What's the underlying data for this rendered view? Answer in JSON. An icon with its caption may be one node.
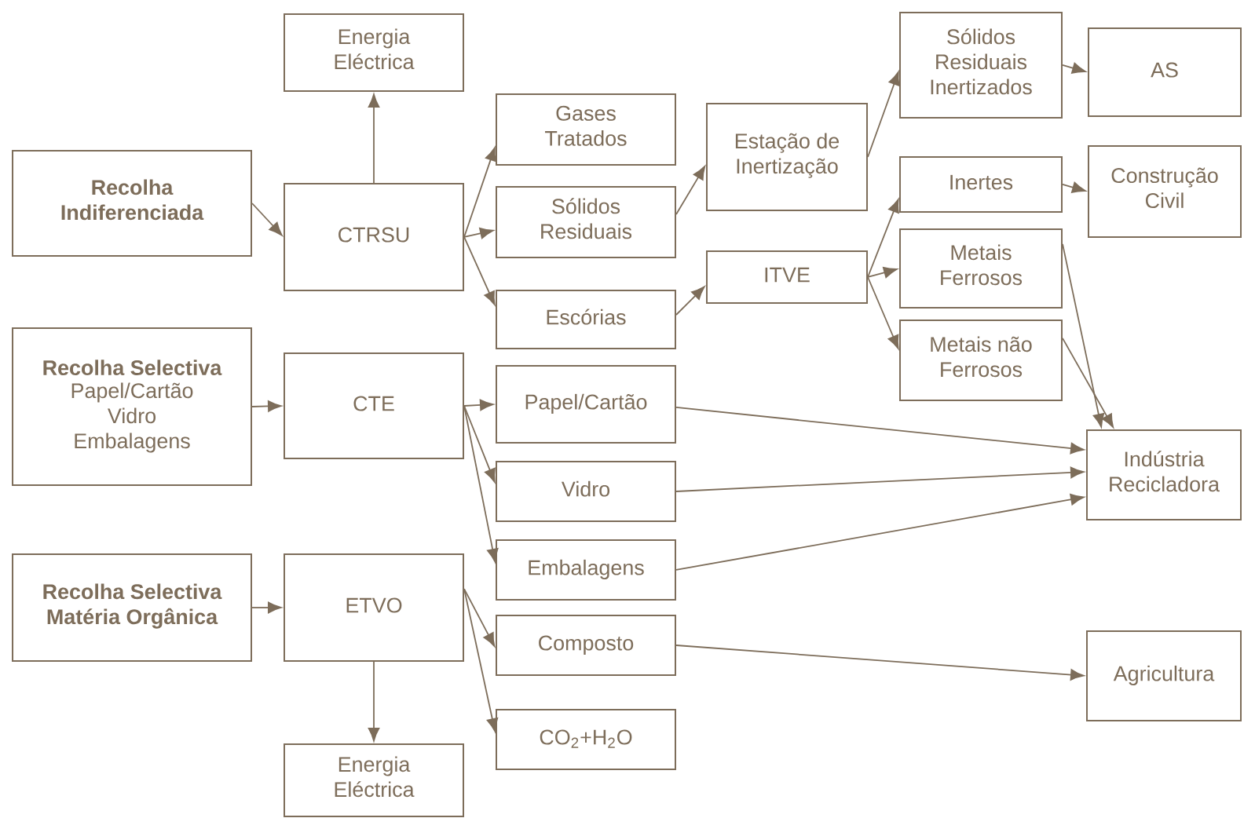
{
  "diagram": {
    "nodes": [
      {
        "text": [
          "Energia Eléctrica"
        ]
      },
      {
        "text": [
          "Recolha Indiferenciada"
        ]
      },
      {
        "text": [
          "CTRSU"
        ]
      },
      {
        "text": [
          "Gases Tratados"
        ]
      },
      {
        "text": [
          "Sólidos Residuais"
        ]
      },
      {
        "text": [
          "Escórias"
        ]
      },
      {
        "text": [
          "Estação de Inertização"
        ]
      },
      {
        "text": [
          "Sólidos Residuais Inertizados"
        ]
      },
      {
        "text": [
          "AS"
        ]
      },
      {
        "text": [
          "ITVE"
        ]
      },
      {
        "text": [
          "Inertes"
        ]
      },
      {
        "text": [
          "Construção Civil"
        ]
      },
      {
        "text": [
          "Metais Ferrosos"
        ]
      },
      {
        "text": [
          "Metais não Ferrosos"
        ]
      },
      {
        "text": [
          "Recolha Selectiva",
          "Papel/Cartão Vidro Embalagens"
        ]
      },
      {
        "text": [
          "CTE"
        ]
      },
      {
        "text": [
          "Papel/Cartão"
        ]
      },
      {
        "text": [
          "Vidro"
        ]
      },
      {
        "text": [
          "Embalagens"
        ]
      },
      {
        "text": [
          "Recolha Selectiva Matéria Orgânica"
        ]
      },
      {
        "text": [
          "ETVO"
        ]
      },
      {
        "text": [
          "Composto"
        ]
      },
      {
        "text": [
          "CO$_{2}$+H$_{2}$O"
        ]
      },
      {
        "text": [
          "Energia Eléctrica"
        ]
      },
      {
        "text": [
          "Indústria Recicladora"
        ]
      },
      {
        "text": [
          "Agricultura"
        ]
      }
    ],
    "edges": [
      {
        "from": 2,
        "to": 0,
        "arrow": "to"
      },
      {
        "from": 1,
        "to": 2,
        "arrow": "to"
      },
      {
        "from": 2,
        "to": 3,
        "arrow": "to"
      },
      {
        "from": 2,
        "to": 4,
        "arrow": "to"
      },
      {
        "from": 2,
        "to": 5,
        "arrow": "to"
      },
      {
        "from": 4,
        "to": 6,
        "arrow": "to"
      },
      {
        "from": 5,
        "to": 9,
        "arrow": "to"
      },
      {
        "from": 6,
        "to": 7,
        "arrow": "to"
      },
      {
        "from": 7,
        "to": 8,
        "arrow": "to"
      },
      {
        "from": 9,
        "to": 10,
        "arrow": "to"
      },
      {
        "from": 9,
        "to": 12,
        "arrow": "to"
      },
      {
        "from": 9,
        "to": 13,
        "arrow": "to"
      },
      {
        "from": 10,
        "to": 11,
        "arrow": "to"
      },
      {
        "from": 12,
        "to": 24,
        "arrow": "to"
      },
      {
        "from": 13,
        "to": 24,
        "arrow": "to"
      },
      {
        "from": 14,
        "to": 15,
        "arrow": "to"
      },
      {
        "from": 15,
        "to": 16,
        "arrow": "to"
      },
      {
        "from": 15,
        "to": 17,
        "arrow": "to"
      },
      {
        "from": 15,
        "to": 18,
        "arrow": "to"
      },
      {
        "from": 16,
        "to": 24,
        "arrow": "to"
      },
      {
        "from": 17,
        "to": 24,
        "arrow": "to"
      },
      {
        "from": 18,
        "to": 24,
        "arrow": "to"
      },
      {
        "from": 19,
        "to": 20,
        "arrow": "to"
      },
      {
        "from": 20,
        "to": 21,
        "arrow": "to"
      },
      {
        "from": 20,
        "to": 22,
        "arrow": "to"
      },
      {
        "from": 20,
        "to": 23,
        "arrow": "to"
      },
      {
        "from": 21,
        "to": 25,
        "arrow": "to"
      }
    ]
  }
}
